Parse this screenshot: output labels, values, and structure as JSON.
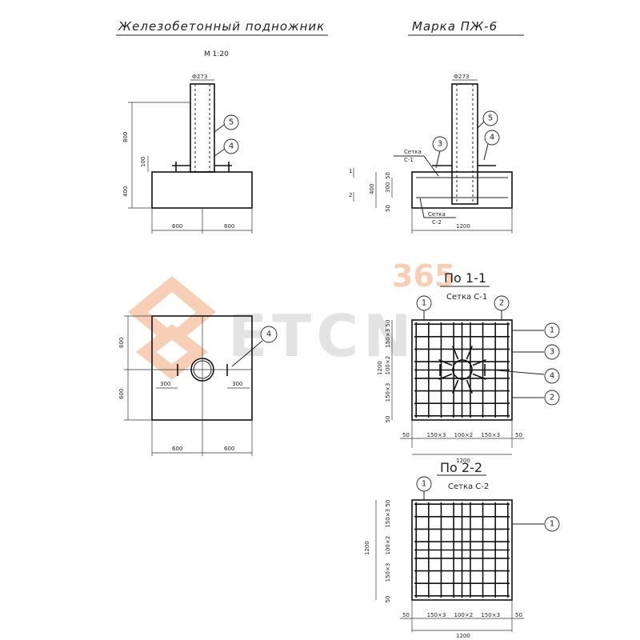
{
  "title": "Железобетонный подножник",
  "mark": "Марка ПЖ-6",
  "scale": "М 1:20",
  "watermark": {
    "brand": "ETCN",
    "number": "365",
    "accent": "#f0a070"
  },
  "elevation_left": {
    "pipe_dia": "Ф273",
    "dim_800": "800",
    "dim_100": "100",
    "dim_400": "400",
    "dim_600a": "600",
    "dim_600b": "600",
    "pos5": "5",
    "pos4": "4"
  },
  "elevation_right": {
    "pipe_dia": "Ф273",
    "mesh1_a": "Сетка",
    "mesh1_b": "С-1",
    "mesh2_a": "Сетка",
    "mesh2_b": "С-2",
    "dim_400": "400",
    "dim_300": "300",
    "dim_50a": "50",
    "dim_50b": "50",
    "dim_1200": "1200",
    "mark_1": "1",
    "mark_2": "2",
    "pos3": "3",
    "pos4": "4",
    "pos5": "5"
  },
  "plan": {
    "dim_600_top": "600",
    "dim_600_side": "600",
    "dim_300a": "300",
    "dim_300b": "300",
    "dim_600a": "600",
    "dim_600b": "600",
    "pos4": "4"
  },
  "section1": {
    "title": "По 1-1",
    "subtitle": "Сетка С-1",
    "pos1": "1",
    "pos2": "2",
    "pos3": "3",
    "pos4": "4",
    "pos2b": "2",
    "pos1b": "1",
    "dims_bottom": [
      "50",
      "150×3",
      "100×2",
      "150×3",
      "50"
    ],
    "dims_left": [
      "50",
      "150×3",
      "100×2",
      "150×3",
      "50"
    ],
    "dim_1200_bottom": "1200",
    "dim_1200_left": "1200"
  },
  "section2": {
    "title": "По 2-2",
    "subtitle": "Сетка С-2",
    "pos1": "1",
    "pos1b": "1",
    "dims_bottom": [
      "50",
      "150×3",
      "100×2",
      "150×3",
      "50"
    ],
    "dims_left": [
      "50",
      "150×3",
      "100×2",
      "150×3",
      "50"
    ],
    "dim_1200_bottom": "1200",
    "dim_1200_left": "1200"
  }
}
